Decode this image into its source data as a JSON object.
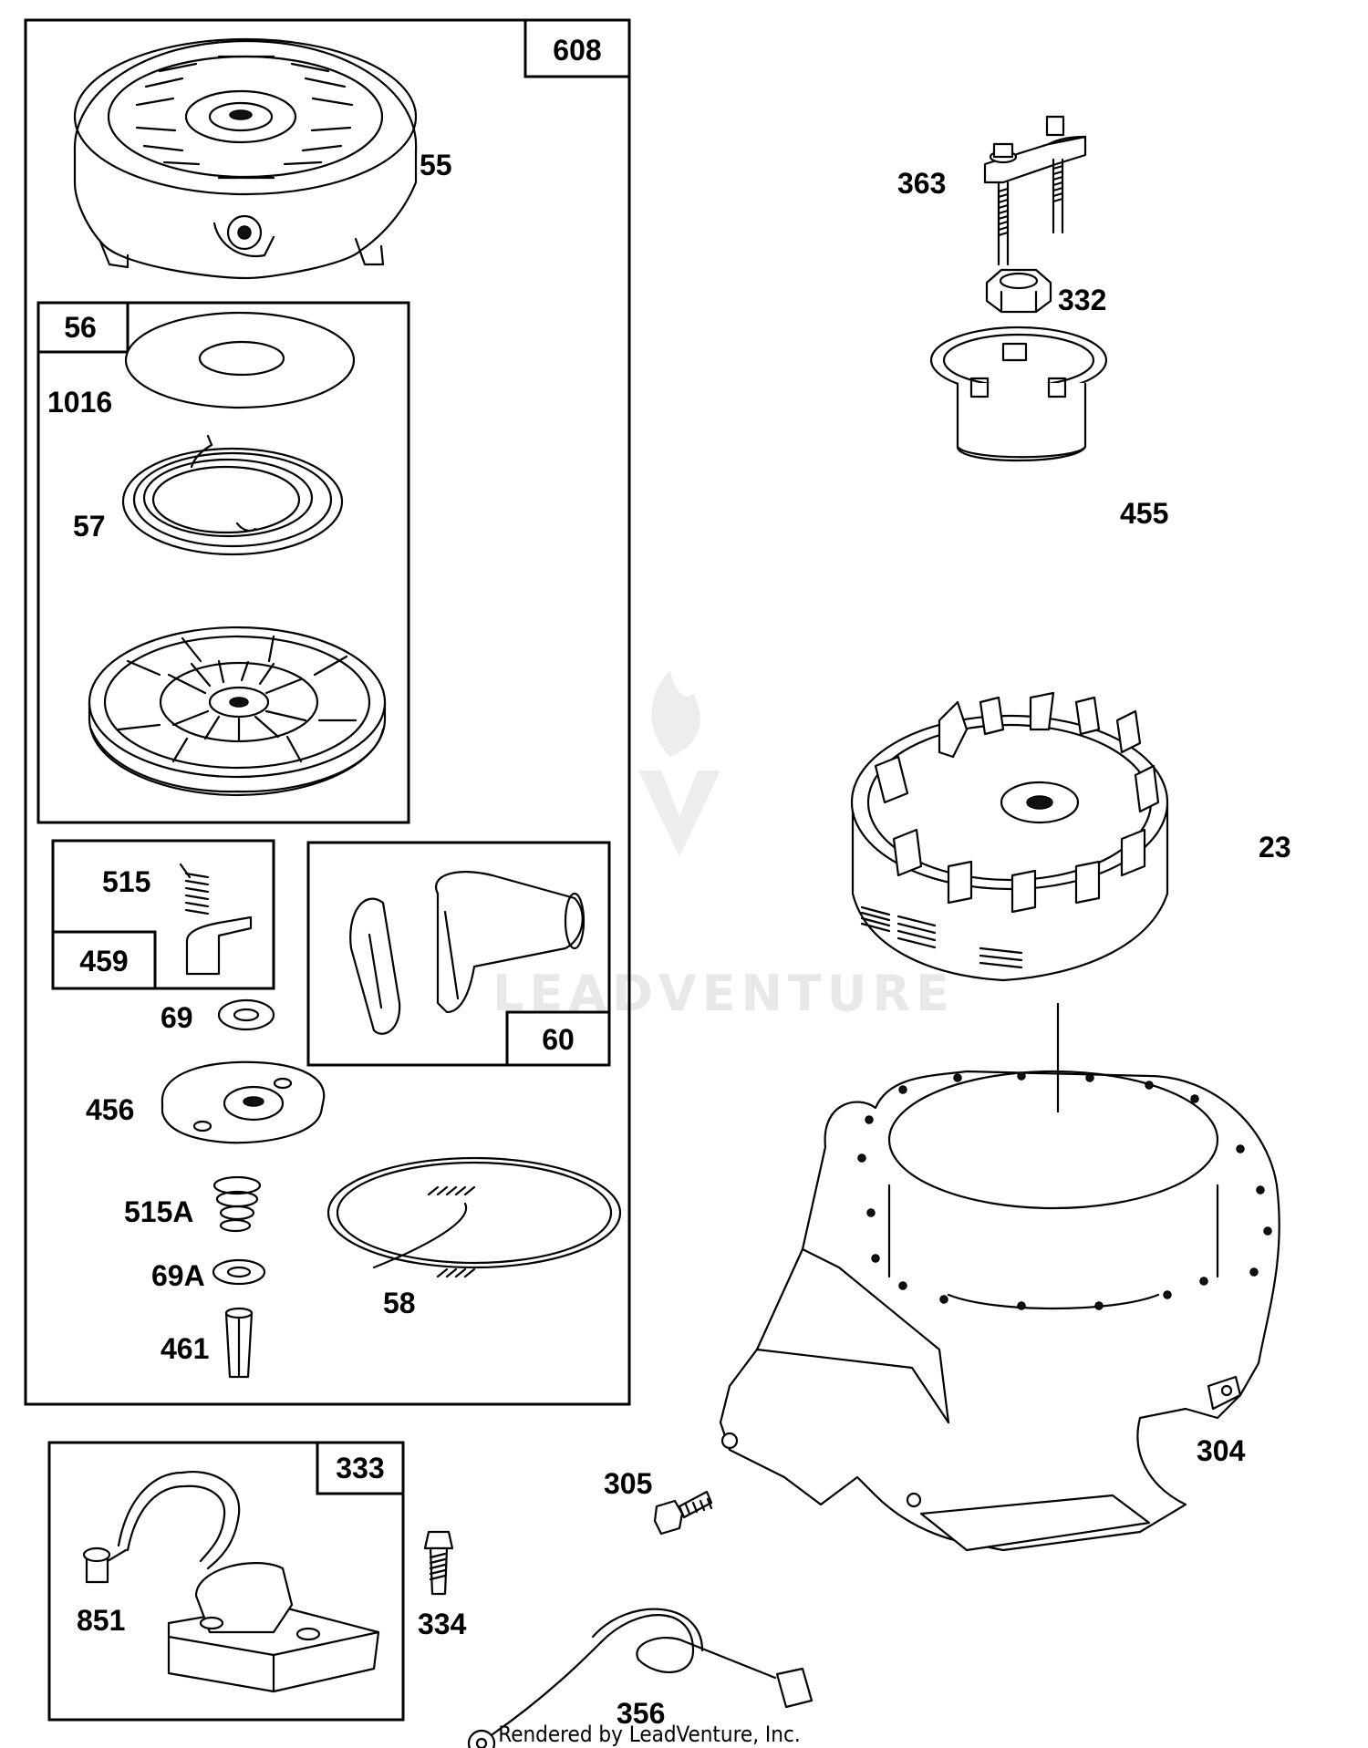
{
  "diagram": {
    "group_labels": {
      "g608": "608",
      "g56": "56",
      "g459": "459",
      "g60": "60",
      "g333": "333"
    },
    "part_labels": {
      "p55": "55",
      "p1016": "1016",
      "p57": "57",
      "p515": "515",
      "p69": "69",
      "p456": "456",
      "p515a": "515A",
      "p69a": "69A",
      "p461": "461",
      "p58": "58",
      "p851": "851",
      "p334": "334",
      "p363": "363",
      "p332": "332",
      "p455": "455",
      "p23": "23",
      "p304": "304",
      "p305": "305",
      "p356": "356"
    },
    "watermark": "LEADVENTURE",
    "footer": "Rendered by LeadVenture, Inc."
  }
}
